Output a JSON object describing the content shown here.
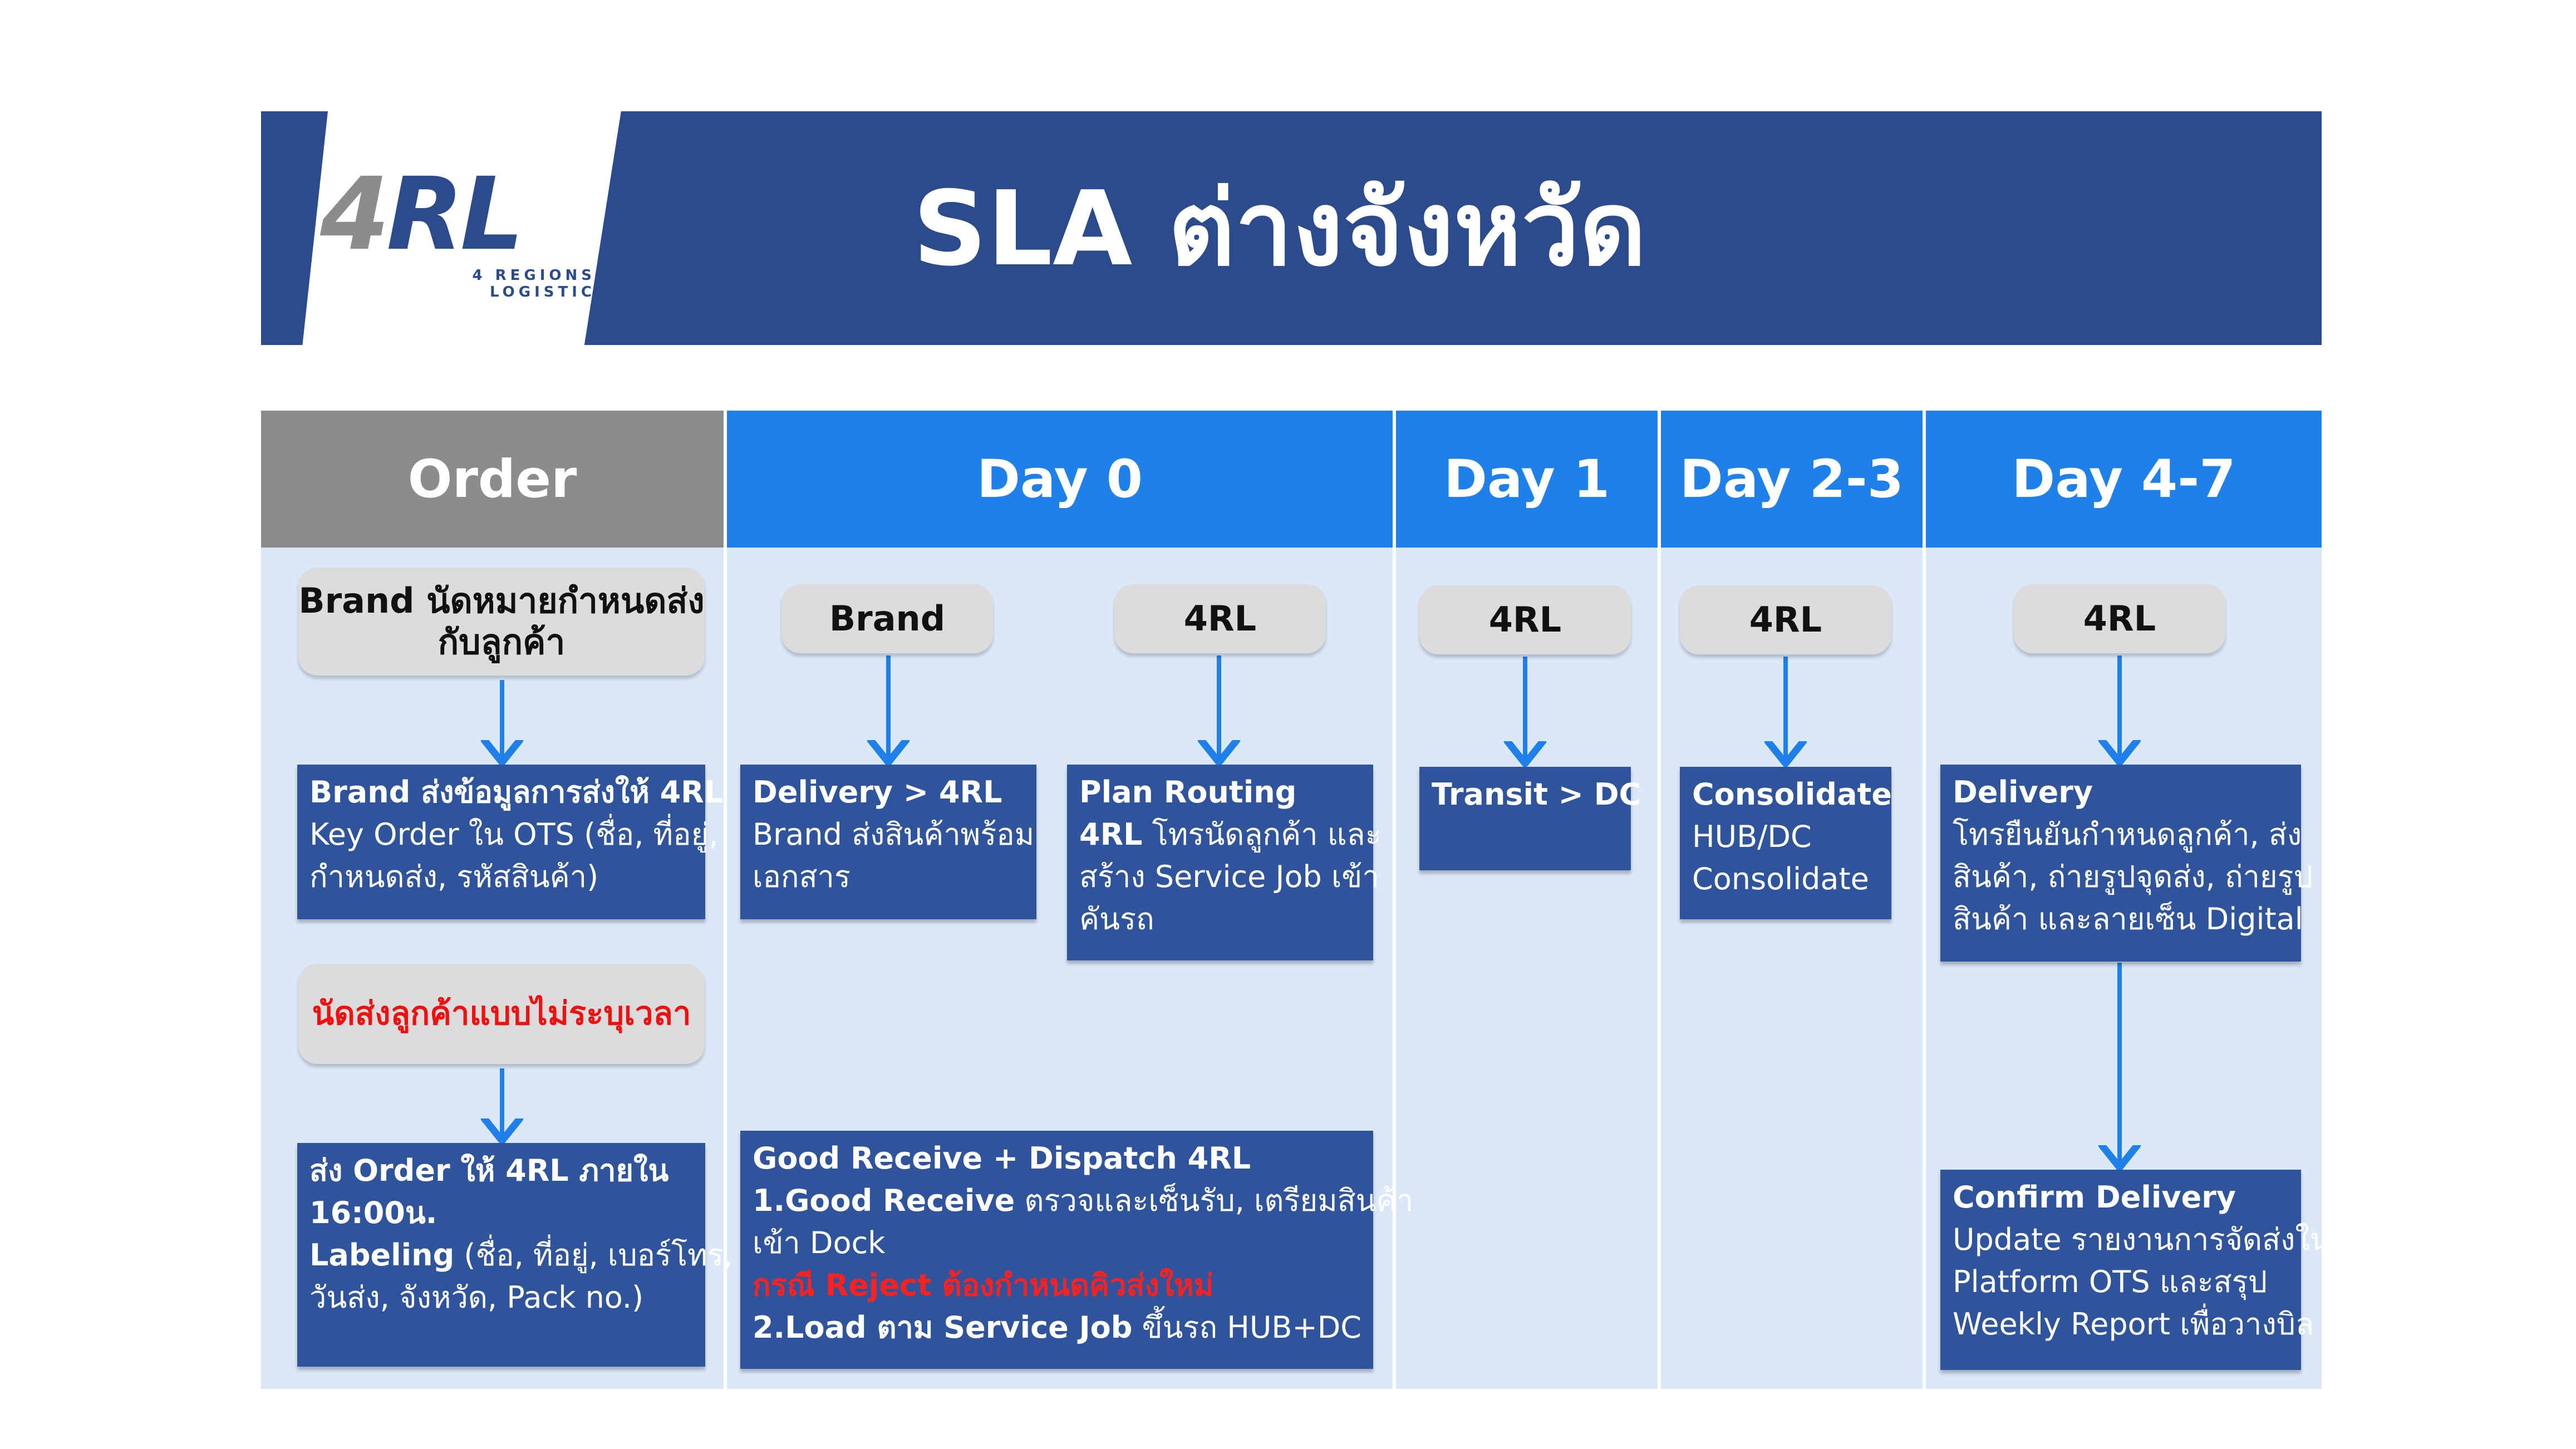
{
  "header": {
    "logo_main_num": "4",
    "logo_main_letters": "RL",
    "logo_sub": "4 REGIONS LOGISTIC",
    "title": "SLA ต่างจังหวัด"
  },
  "columns": [
    {
      "label": "Order"
    },
    {
      "label": "Day 0"
    },
    {
      "label": "Day 1"
    },
    {
      "label": "Day 2-3"
    },
    {
      "label": "Day 4-7"
    }
  ],
  "order": {
    "actor_line1": "Brand นัดหมายกำหนดส่ง",
    "actor_line2": "กับลูกค้า",
    "step1": {
      "title": "Brand ส่งข้อมูลการส่งให้ 4RL",
      "line2": "Key Order ใน OTS (ชื่อ, ที่อยู่,",
      "line3": "กำหนดส่ง, รหัสสินค้า)"
    },
    "note_red": "นัดส่งลูกค้าแบบไม่ระบุเวลา",
    "step2": {
      "line1": "ส่ง Order ให้ 4RL ภายใน",
      "line2": "16:00น.",
      "line3_bold": "Labeling",
      "line3_rest": " (ชื่อ, ที่อยู่, เบอร์โทร,",
      "line4": "วันส่ง, จังหวัด, Pack no.)"
    }
  },
  "day0": {
    "actor_brand": "Brand",
    "actor_4rl": "4RL",
    "brand_step": {
      "title": "Delivery > 4RL",
      "line2": "Brand ส่งสินค้าพร้อม",
      "line3": "เอกสาร"
    },
    "rl_step": {
      "title": "Plan Routing",
      "line2_bold": "4RL",
      "line2_rest": " โทรนัดลูกค้า และ",
      "line3": "สร้าง Service Job เข้า",
      "line4": "คันรถ"
    },
    "receive": {
      "title": "Good Receive + Dispatch 4RL",
      "line2_bold": "1.Good Receive",
      "line2_rest": " ตรวจและเซ็นรับ, เตรียมสินค้า",
      "line3": "เข้า Dock",
      "line4_red": "กรณี Reject ต้องกำหนดคิวส่งใหม่",
      "line5_bold": "2.Load ตาม Service Job",
      "line5_rest": " ขึ้นรถ HUB+DC"
    }
  },
  "day1": {
    "actor": "4RL",
    "step": {
      "title": "Transit > DC"
    }
  },
  "day23": {
    "actor": "4RL",
    "step": {
      "title": "Consolidate",
      "line2": "HUB/DC",
      "line3": "Consolidate"
    }
  },
  "day47": {
    "actor": "4RL",
    "delivery": {
      "title": "Delivery",
      "line2": "โทรยืนยันกำหนดลูกค้า, ส่ง",
      "line3": "สินค้า, ถ่ายรูปจุดส่ง, ถ่ายรูป",
      "line4": "สินค้า และลายเซ็น Digital"
    },
    "confirm": {
      "title": "Confirm Delivery",
      "line2": "Update รายงานการจัดส่งใน",
      "line3": "Platform OTS และสรุป",
      "line4": "Weekly Report เพื่อวางบิล"
    }
  },
  "colors": {
    "banner": "#2b4b8c",
    "header_order": "#8c8c8c",
    "header_day": "#1f80ea",
    "column_bg": "#dbe8f8",
    "box": "#2f549b",
    "pill": "#dcdcdc",
    "arrow": "#1f80ea",
    "alert_text": "#ee1111"
  }
}
